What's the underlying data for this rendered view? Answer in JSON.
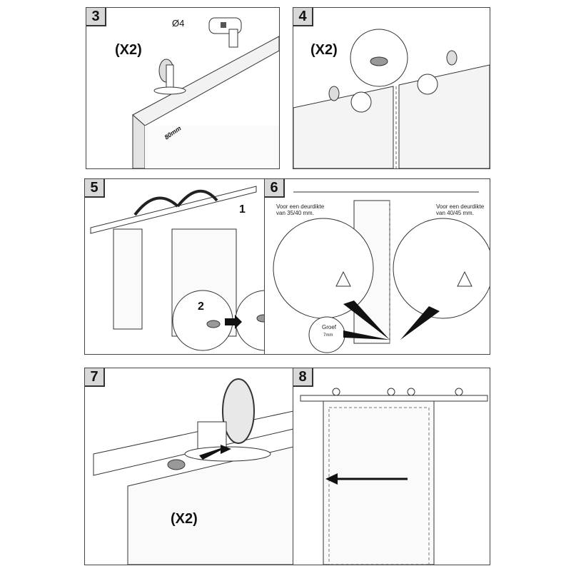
{
  "steps": [
    {
      "number": "3",
      "multiplier": "(X2)",
      "drill_size": "Ø4",
      "dimension": "80mm"
    },
    {
      "number": "4",
      "multiplier": "(X2)"
    },
    {
      "number": "5",
      "callout_1": "1",
      "callout_2": "2"
    },
    {
      "number": "6",
      "note_left": "Voor een deurdikte van 35/40 mm.",
      "note_right": "Voor een deurdikte van 40/45 mm.",
      "groove_label": "Groef",
      "groove_width": "7mm"
    },
    {
      "number": "7",
      "multiplier": "(X2)"
    },
    {
      "number": "8"
    }
  ]
}
